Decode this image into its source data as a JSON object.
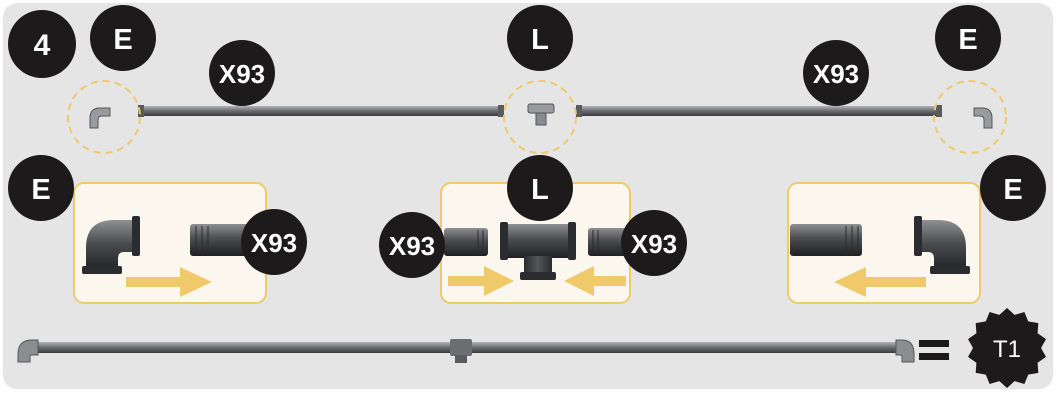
{
  "step": "4",
  "labels": {
    "elbow": "E",
    "tee": "L",
    "pipe": "X93",
    "result": "T1",
    "equals": "="
  },
  "colors": {
    "panel": "#e5e5e5",
    "badge": "#1c1a1a",
    "accent": "#efc96a",
    "detail_bg": "#fcf7ee",
    "pipe": "#4a4b4e"
  },
  "icons": [
    "elbow-fitting-icon",
    "tee-fitting-icon",
    "pipe-icon",
    "arrow-right-icon",
    "arrow-left-icon",
    "equals-icon",
    "gear-badge-icon"
  ]
}
